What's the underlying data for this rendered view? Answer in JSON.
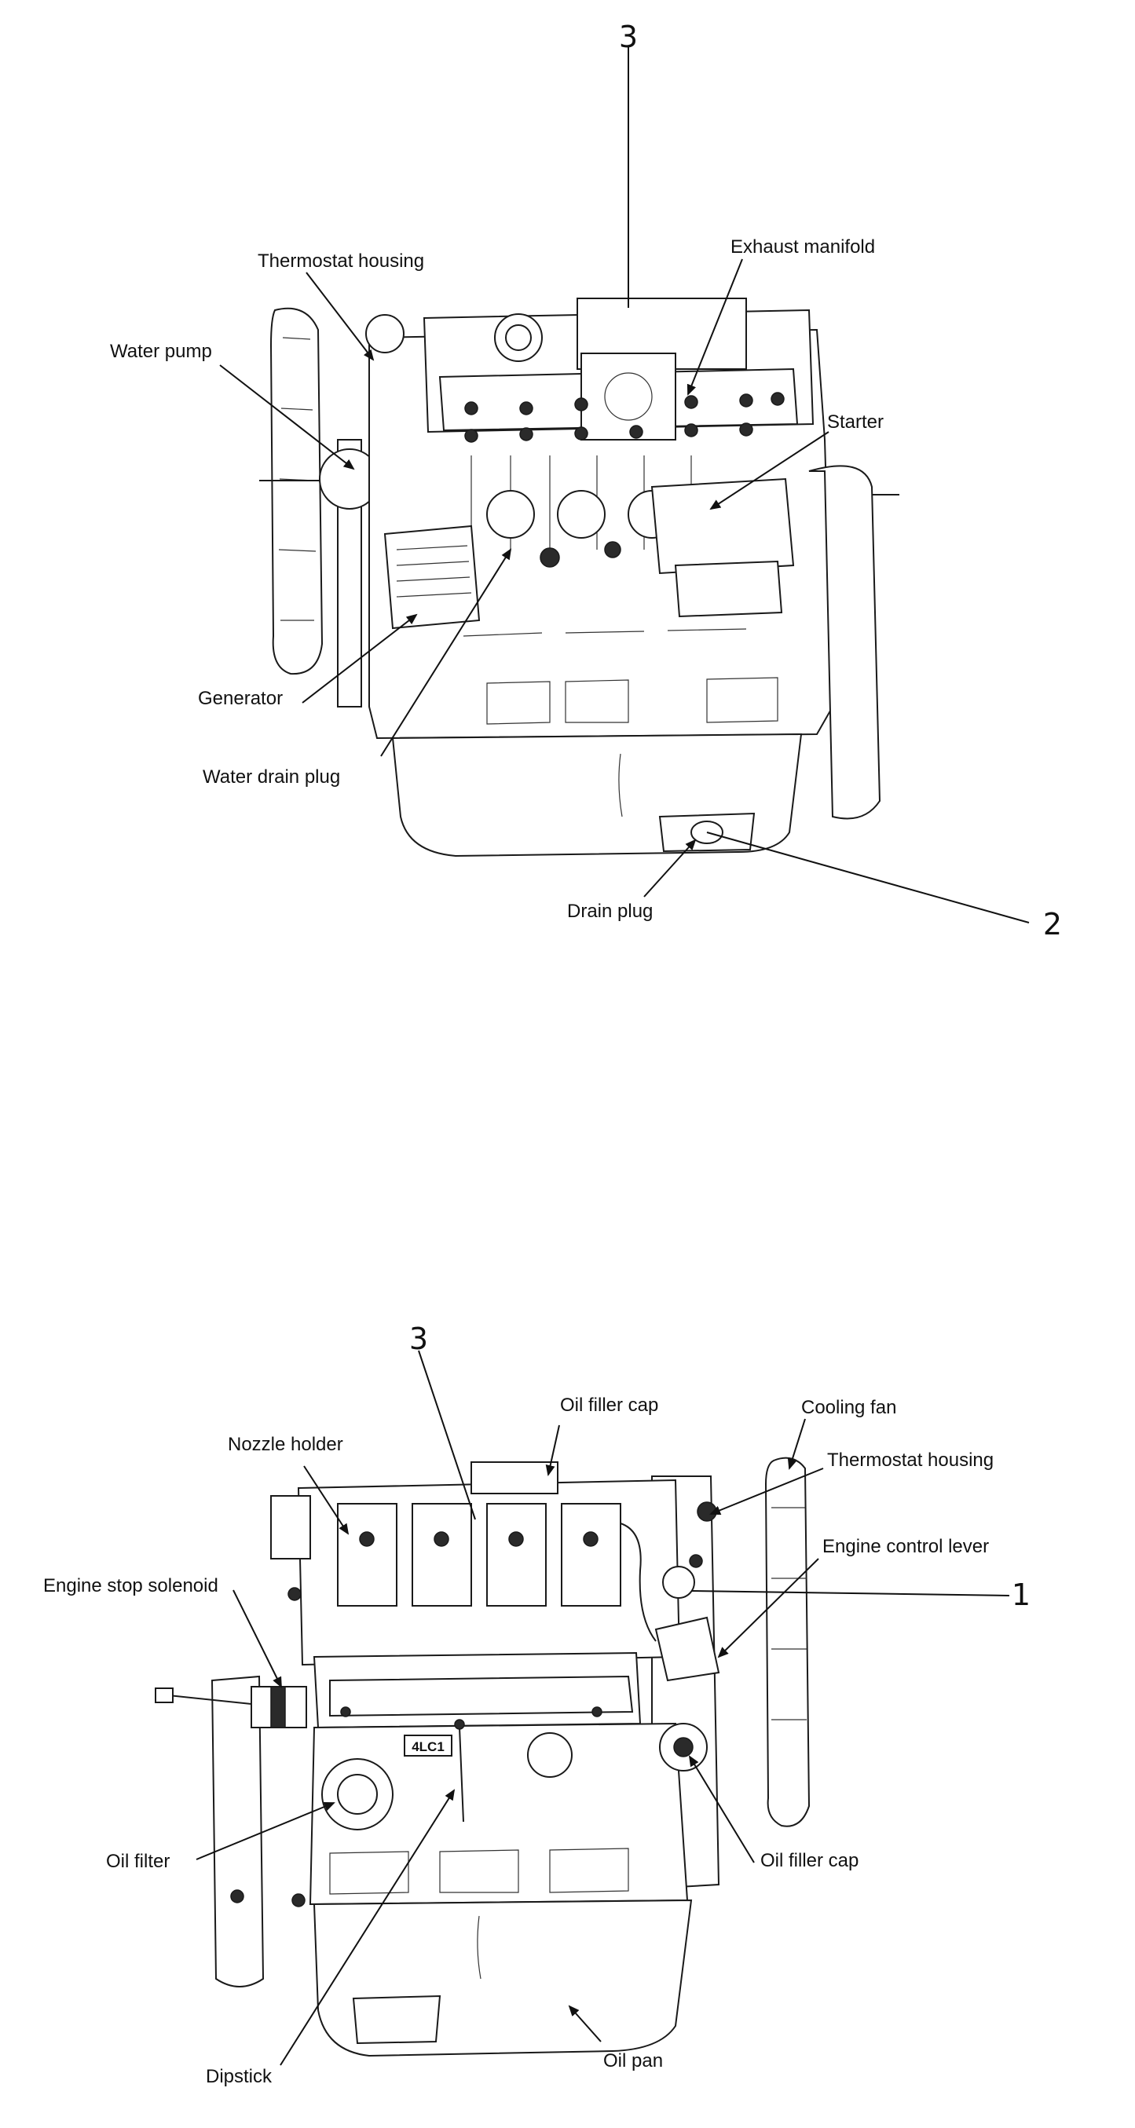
{
  "figure_top": {
    "callout_number_top": "3",
    "callout_number_right": "2",
    "labels": {
      "thermostat_housing": "Thermostat housing",
      "exhaust_manifold": "Exhaust manifold",
      "water_pump": "Water pump",
      "starter": "Starter",
      "generator": "Generator",
      "water_drain_plug": "Water drain plug",
      "drain_plug": "Drain plug"
    }
  },
  "figure_bottom": {
    "callout_number_top": "3",
    "callout_number_right": "1",
    "plate_marking": "4LC1",
    "labels": {
      "oil_filler_cap_top": "Oil filler cap",
      "cooling_fan": "Cooling fan",
      "nozzle_holder": "Nozzle holder",
      "thermostat_housing": "Thermostat housing",
      "engine_control_lever": "Engine control lever",
      "engine_stop_solenoid": "Engine stop solenoid",
      "oil_filter": "Oil filter",
      "oil_filler_cap_side": "Oil filler cap",
      "dipstick": "Dipstick",
      "oil_pan": "Oil pan"
    }
  }
}
